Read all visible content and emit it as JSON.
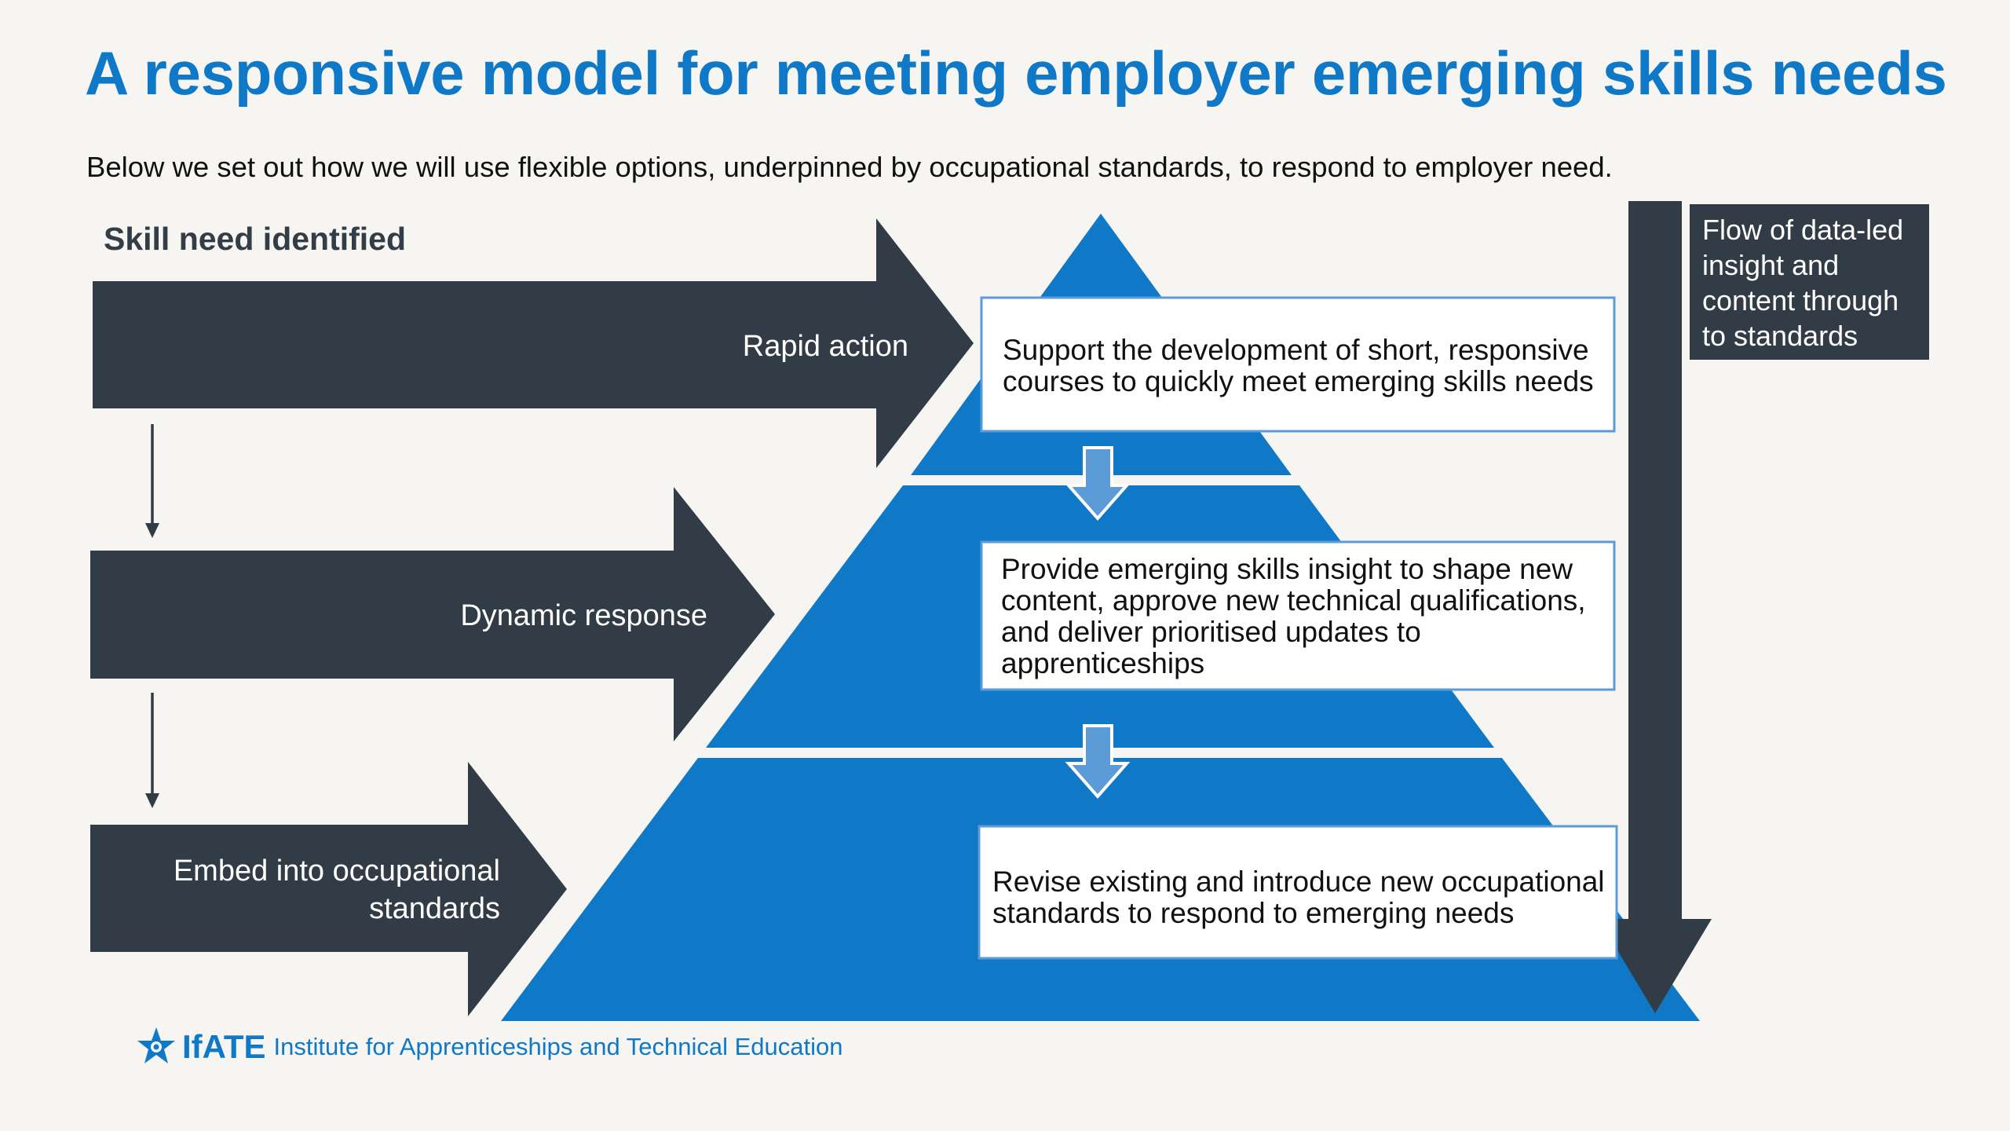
{
  "title": "A responsive model for meeting employer emerging skills needs",
  "subtitle": "Below we set out how we will use flexible options, underpinned by occupational standards, to respond to employer need.",
  "skill_need_label": "Skill need identified",
  "arrows": [
    {
      "label_lines": [
        "Rapid action"
      ]
    },
    {
      "label_lines": [
        "Dynamic response"
      ]
    },
    {
      "label_lines": [
        "Embed into occupational",
        "standards"
      ]
    }
  ],
  "pyramid_boxes": [
    {
      "lines": [
        "Support the development of short, responsive",
        "courses to quickly meet emerging skills needs"
      ]
    },
    {
      "lines": [
        "Provide emerging skills insight to shape new",
        "content, approve new technical qualifications,",
        "and deliver prioritised updates to",
        "apprenticeships"
      ]
    },
    {
      "lines": [
        "Revise existing and introduce new occupational",
        "standards to respond to emerging needs"
      ]
    }
  ],
  "flow": {
    "lines": [
      "Flow of data-led",
      "insight and",
      "content through",
      "to standards"
    ]
  },
  "footer": {
    "abbr": "IfATE",
    "name": "Institute for Apprenticeships and Technical Education"
  },
  "colors": {
    "primary_blue": "#0f79c8",
    "light_blue": "#5a9bd8",
    "dark_slate": "#323c46",
    "background": "#f6f5f1"
  }
}
